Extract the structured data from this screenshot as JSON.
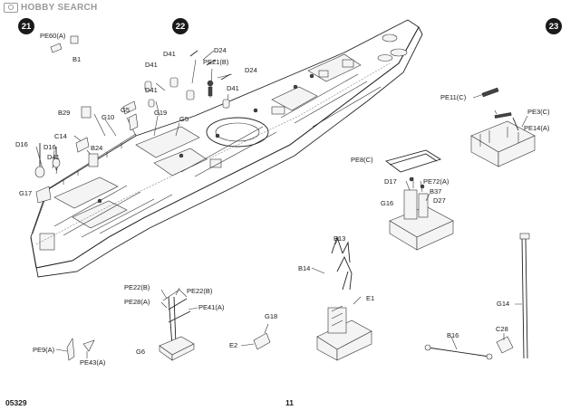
{
  "watermark": {
    "text": "HOBBY SEARCH",
    "icon": "camera-icon"
  },
  "steps": [
    "21",
    "22",
    "23"
  ],
  "footer": {
    "kit_number": "05329",
    "page_number": "11"
  },
  "labels": {
    "pe60a": "PE60(A)",
    "b1": "B1",
    "b29": "B29",
    "g10": "G10",
    "g5a": "G5",
    "g19": "G19",
    "g5b": "G5",
    "d41a": "D41",
    "d41b": "D41",
    "d41c": "D41",
    "d41d": "D41",
    "d24a": "D24",
    "d24b": "D24",
    "pe21b": "PE21(B)",
    "d16a": "D16",
    "d16b": "D16",
    "c14": "C14",
    "b24": "B24",
    "g17": "G17",
    "pe11c": "PE11(C)",
    "pe3c": "PE3(C)",
    "pe14a": "PE14(A)",
    "pe8c": "PE8(C)",
    "d17": "D17",
    "pe72a": "PE72(A)",
    "b37": "B37",
    "g16": "G16",
    "d27": "D27",
    "b13": "B13",
    "b14": "B14",
    "e1": "E1",
    "pe22b_l": "PE22(B)",
    "pe22b_r": "PE22(B)",
    "pe28a": "PE28(A)",
    "pe41a": "PE41(A)",
    "g6": "G6",
    "g18": "G18",
    "e2": "E2",
    "pe9a": "PE9(A)",
    "pe43a": "PE43(A)",
    "b16": "B16",
    "c28": "C28",
    "g14": "G14"
  }
}
